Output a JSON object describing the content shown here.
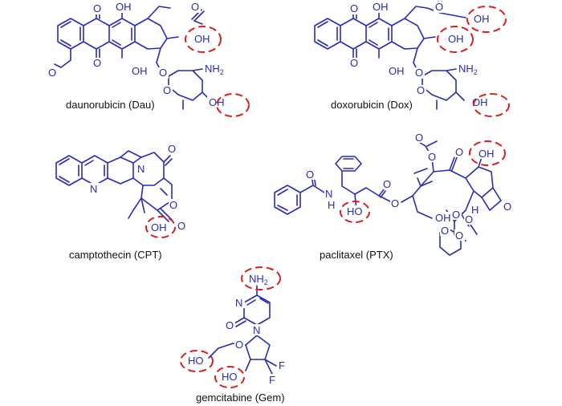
{
  "colors": {
    "structure": "#2a2ab8",
    "highlight": "#d81f1f",
    "caption": "#111111"
  },
  "molecules": {
    "dau": {
      "caption": "daunorubicin (Dau)",
      "atoms": {
        "o_top1": "O",
        "oh_top": "OH",
        "o_top2": "O",
        "oh_ring": "OH",
        "ome": "O",
        "o_bot1": "O",
        "oh_bot": "OH",
        "o_link": "O",
        "nh2": "NH",
        "nh2_sub": "2",
        "o_sugar": "O",
        "oh_sugar": "OH"
      }
    },
    "dox": {
      "caption": "doxorubicin (Dox)",
      "atoms": {
        "o_top1": "O",
        "oh_top": "OH",
        "o_top2": "O",
        "oh_ch2": "OH",
        "oh_ring": "OH",
        "o_bot1": "O",
        "oh_bot": "OH",
        "o_link": "O",
        "nh2": "NH",
        "nh2_sub": "2",
        "o_sugar": "O",
        "oh_sugar": "OH"
      }
    },
    "cpt": {
      "caption": "camptothecin (CPT)",
      "atoms": {
        "n1": "N",
        "n2": "N",
        "o_keto": "O",
        "o_ring": "O",
        "o_lact": "O",
        "oh": "OH"
      }
    },
    "ptx": {
      "caption": "paclitaxel (PTX)",
      "atoms": {
        "o_amide": "O",
        "n_h": "N",
        "h_n": "H",
        "o_ester1": "O",
        "o_ester2": "O",
        "ho": "HO",
        "o_ac_top": "O",
        "o_ac_top2": "O",
        "o_keto": "O",
        "oh_top": "OH",
        "oh_bot": "OH",
        "o_bz": "O",
        "o_bz2": "O",
        "o_ac_bot": "O",
        "o_ac_bot2": "O",
        "o_oxetane": "O",
        "h_ring": "H"
      }
    },
    "gem": {
      "caption": "gemcitabine (Gem)",
      "atoms": {
        "nh2": "NH",
        "nh2_sub": "2",
        "n3": "N",
        "n1": "N",
        "o_carb": "O",
        "o_ring": "O",
        "ho1": "HO",
        "ho2": "HO",
        "f1": "F",
        "f2": "F"
      }
    }
  }
}
